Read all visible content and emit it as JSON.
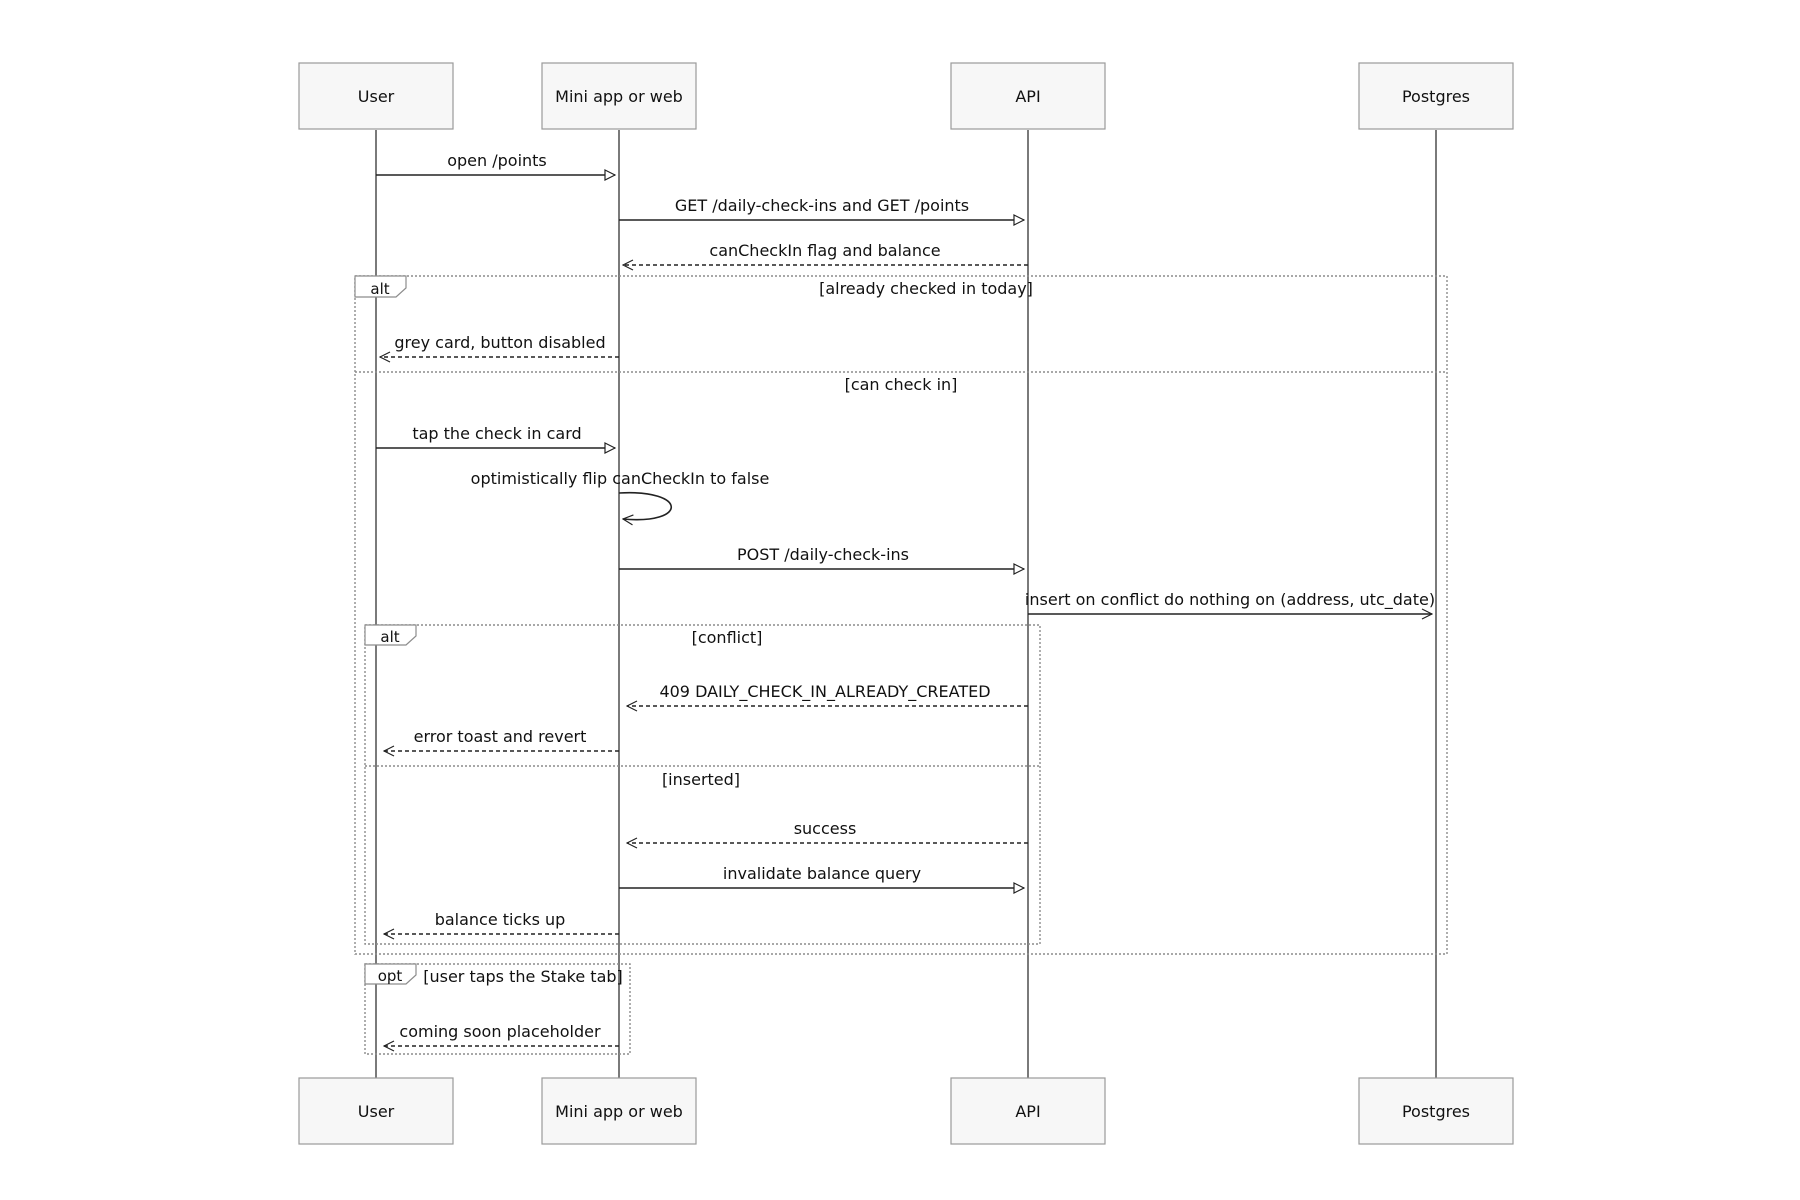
{
  "actors": [
    {
      "id": "user",
      "label": "User"
    },
    {
      "id": "app",
      "label": "Mini app or web"
    },
    {
      "id": "api",
      "label": "API"
    },
    {
      "id": "db",
      "label": "Postgres"
    }
  ],
  "messages": [
    {
      "from": "user",
      "to": "app",
      "label": "open /points",
      "style": "solid"
    },
    {
      "from": "app",
      "to": "api",
      "label": "GET /daily-check-ins and GET /points",
      "style": "solid"
    },
    {
      "from": "api",
      "to": "app",
      "label": "canCheckIn flag and balance",
      "style": "dashed"
    },
    {
      "from": "app",
      "to": "user",
      "label": "grey card, button disabled",
      "style": "dashed"
    },
    {
      "from": "user",
      "to": "app",
      "label": "tap the check in card",
      "style": "solid"
    },
    {
      "from": "app",
      "to": "app",
      "label": "optimistically flip canCheckIn to false",
      "style": "self"
    },
    {
      "from": "app",
      "to": "api",
      "label": "POST /daily-check-ins",
      "style": "solid"
    },
    {
      "from": "api",
      "to": "db",
      "label": "insert on conflict do nothing on (address, utc_date)",
      "style": "solid"
    },
    {
      "from": "api",
      "to": "app",
      "label": "409 DAILY_CHECK_IN_ALREADY_CREATED",
      "style": "dashed"
    },
    {
      "from": "app",
      "to": "user",
      "label": "error toast and revert",
      "style": "dashed"
    },
    {
      "from": "api",
      "to": "app",
      "label": "success",
      "style": "dashed"
    },
    {
      "from": "app",
      "to": "api",
      "label": "invalidate balance query",
      "style": "solid"
    },
    {
      "from": "app",
      "to": "user",
      "label": "balance ticks up",
      "style": "dashed"
    },
    {
      "from": "app",
      "to": "user",
      "label": "coming soon placeholder",
      "style": "dashed"
    }
  ],
  "fragments": {
    "outer_alt": {
      "tag": "alt",
      "condition": "[already checked in today]",
      "else_condition": "[can check in]"
    },
    "inner_alt": {
      "tag": "alt",
      "condition": "[conflict]",
      "else_condition": "[inserted]"
    },
    "opt": {
      "tag": "opt",
      "condition": "[user taps the Stake tab]"
    }
  }
}
